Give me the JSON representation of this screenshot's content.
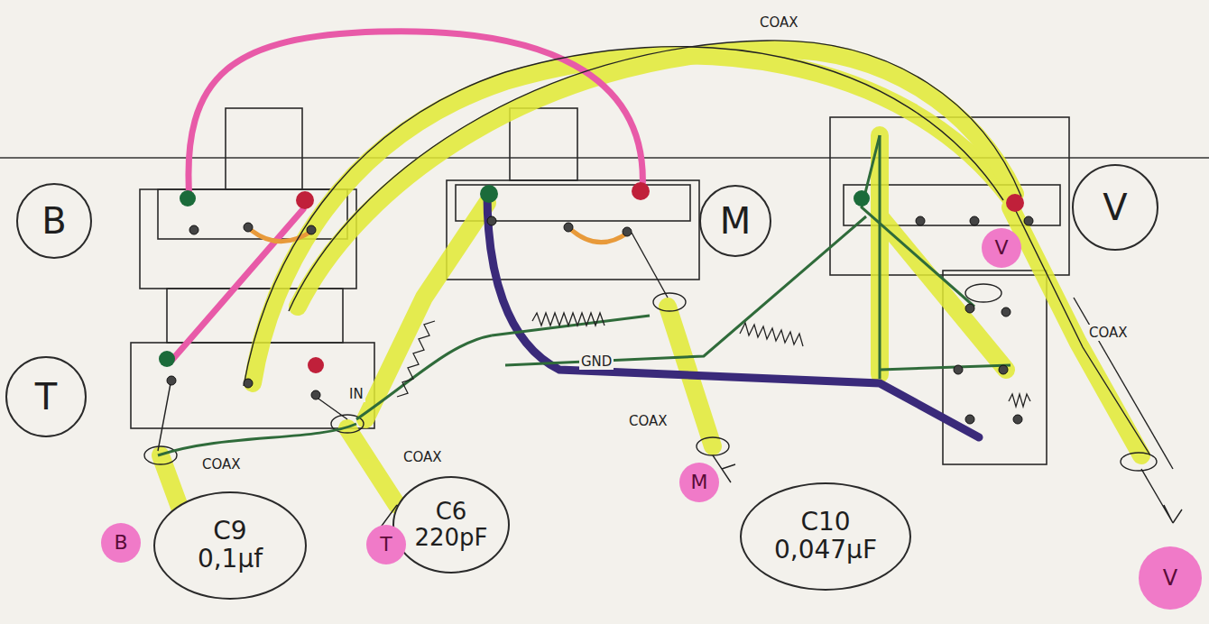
{
  "diagram": {
    "nodes": [
      {
        "text": [
          "B"
        ]
      },
      {
        "text": [
          "M"
        ]
      },
      {
        "text": [
          "V"
        ]
      },
      {
        "text": [
          "V"
        ]
      },
      {
        "text": [
          "T"
        ]
      },
      {
        "text": [
          "M"
        ]
      },
      {
        "text": [
          "C6",
          "220pF"
        ]
      },
      {
        "text": [
          "C10",
          "0,047µF"
        ]
      },
      {
        "text": [
          "C9",
          "0,1µf"
        ]
      },
      {
        "text": [
          "B"
        ]
      },
      {
        "text": [
          "T"
        ]
      },
      {
        "text": [
          "V"
        ]
      }
    ],
    "labels": [
      "COAX",
      "COAX",
      "COAX",
      "COAX",
      "COAX",
      "IN",
      "GND"
    ]
  }
}
